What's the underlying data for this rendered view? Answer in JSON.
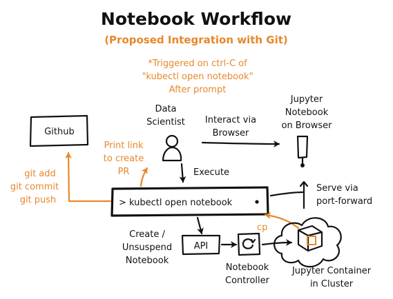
{
  "title": "Notebook Workflow",
  "subtitle": "(Proposed Integration with Git)",
  "trigger_note": [
    "*Triggered on ctrl-C of",
    "\"kubectl open notebook\"",
    "After prompt"
  ],
  "nodes": {
    "github": "Github",
    "data_scientist": [
      "Data",
      "Scientist"
    ],
    "jupyter_browser": [
      "Jupyter",
      "Notebook",
      "on Browser"
    ],
    "command": "> kubectl open notebook",
    "api": "API",
    "controller": [
      "Notebook",
      "Controller"
    ],
    "container": [
      "Jupyter Container",
      "in Cluster"
    ]
  },
  "edges": {
    "interact": [
      "Interact via",
      "Browser"
    ],
    "execute": "Execute",
    "serve": [
      "Serve via",
      "port-forward"
    ],
    "print_link": [
      "Print link",
      "to create",
      "PR"
    ],
    "git_cmds": [
      "git add",
      "git commit",
      "git push"
    ],
    "create": [
      "Create /",
      "Unsuspend",
      "Notebook"
    ],
    "cp": "cp"
  },
  "colors": {
    "ink": "#111111",
    "accent": "#e8872a"
  }
}
